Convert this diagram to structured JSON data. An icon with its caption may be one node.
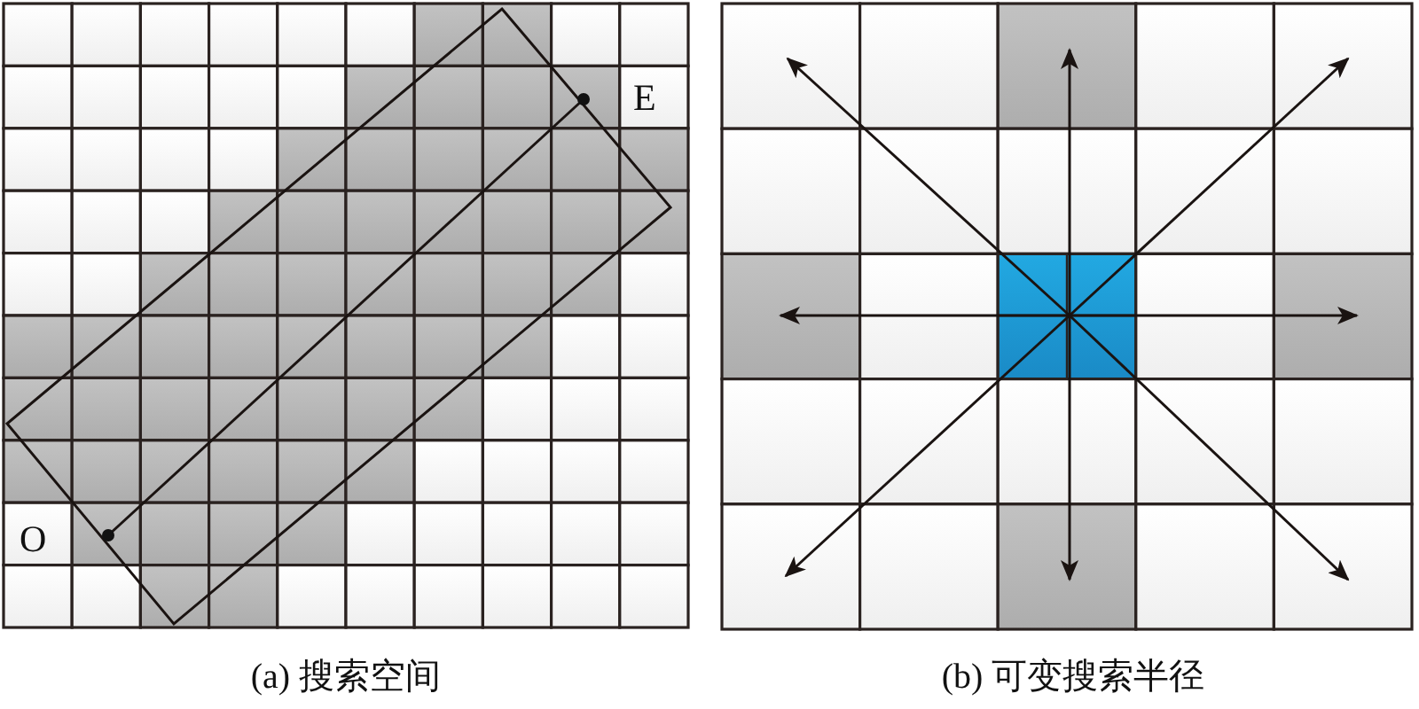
{
  "diagram": {
    "labels": [
      "E",
      "O",
      "(a) 搜索空间",
      "(b) 可变搜索半径"
    ]
  }
}
